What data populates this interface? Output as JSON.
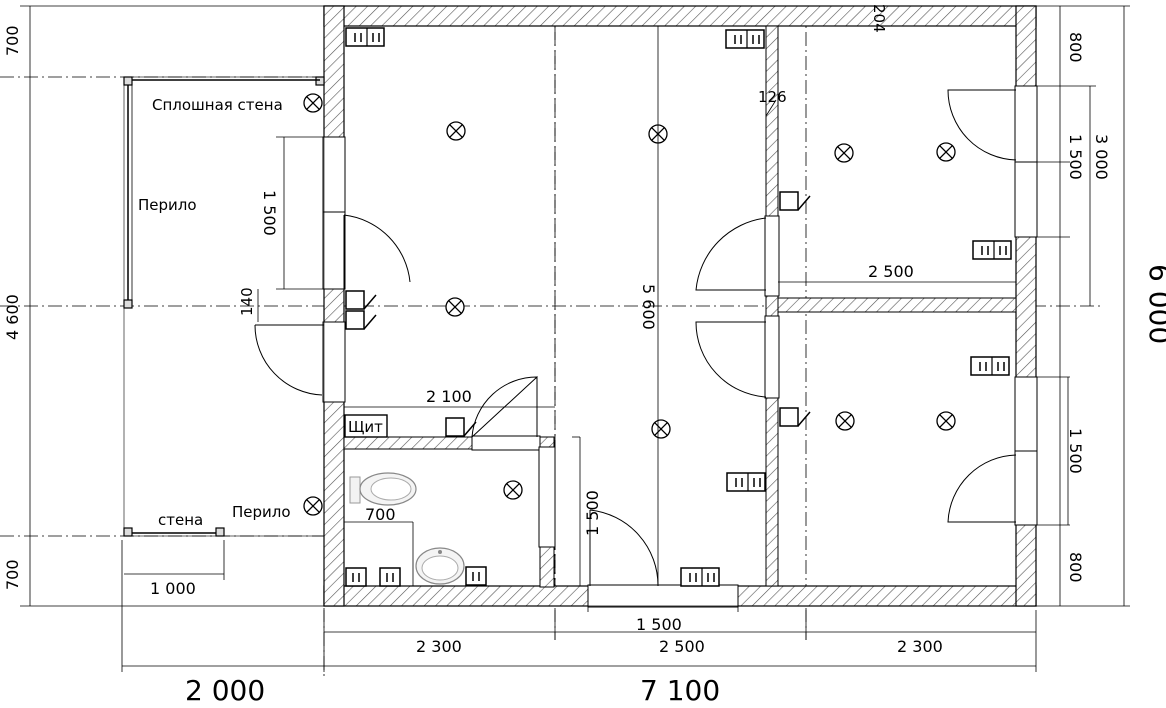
{
  "labels": {
    "solid_wall": "Сплошная стена",
    "railing_top": "Перило",
    "railing_bottom": "Перило",
    "wall": "стена",
    "panel": "Щит"
  },
  "dimensions": {
    "total_width_main": "7 100",
    "total_width_porch": "2 000",
    "total_height": "6 000",
    "porch_height": "4 600",
    "porch_top_offset": "700",
    "porch_bottom_offset": "700",
    "porch_wall": "1 000",
    "bottom_left": "2 300",
    "bottom_middle": "2 500",
    "bottom_right": "2 300",
    "door_bottom": "1 500",
    "left_window": "1 500",
    "gap_140": "140",
    "bath_width": "2 100",
    "toilet_700": "700",
    "mid_vertical": "1 500",
    "center_vertical": "5 600",
    "right_top_800": "800",
    "right_window_top": "1 500",
    "right_room_height": "3 000",
    "right_room_width": "2 500",
    "right_window_bottom": "1 500",
    "right_bottom_800": "800",
    "dim_126": "126",
    "dim_204": "204"
  }
}
